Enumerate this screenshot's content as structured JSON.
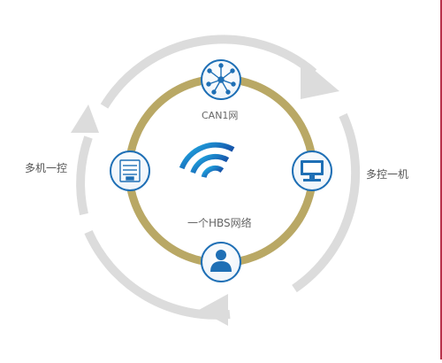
{
  "diagram": {
    "nodes": {
      "top": {
        "label": "CAN1网",
        "icon": "hub-network-icon"
      },
      "left": {
        "icon": "control-panel-icon"
      },
      "right": {
        "icon": "monitor-icon"
      },
      "bottom": {
        "icon": "user-icon"
      },
      "center": {
        "label": "一个HBS网络",
        "icon": "wifi-icon"
      }
    },
    "side_labels": {
      "left": "多机一控",
      "right": "多控一机"
    },
    "colors": {
      "ring": "#b9a865",
      "arrows": "#dcdcdc",
      "node_border": "#1e6fb5",
      "wifi": "#1a7bc4",
      "edge_line": "#b8324a"
    }
  }
}
